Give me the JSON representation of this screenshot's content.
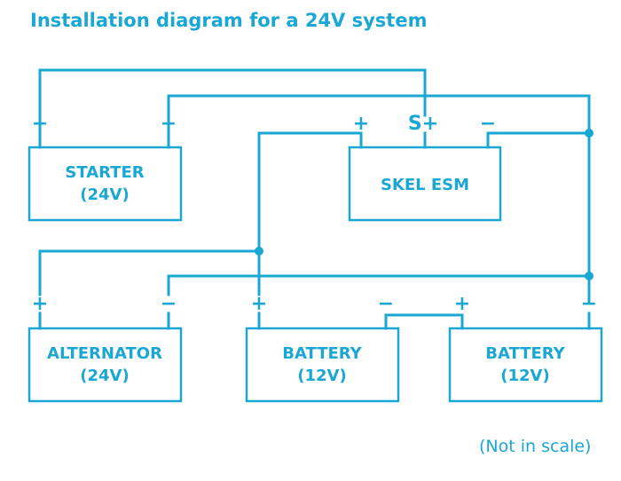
{
  "title": "Installation diagram for a 24V system",
  "note": "(Not in scale)",
  "accent_color": "#1aa7d4",
  "components": {
    "starter": {
      "line1": "STARTER",
      "line2": "(24V)"
    },
    "esm": {
      "line1": "SKEL ESM"
    },
    "alternator": {
      "line1": "ALTERNATOR",
      "line2": "(24V)"
    },
    "battery1": {
      "line1": "BATTERY",
      "line2": "(12V)"
    },
    "battery2": {
      "line1": "BATTERY",
      "line2": "(12V)"
    }
  },
  "terminals": {
    "plus": "+",
    "minus": "−",
    "sense_plus": "S+"
  }
}
